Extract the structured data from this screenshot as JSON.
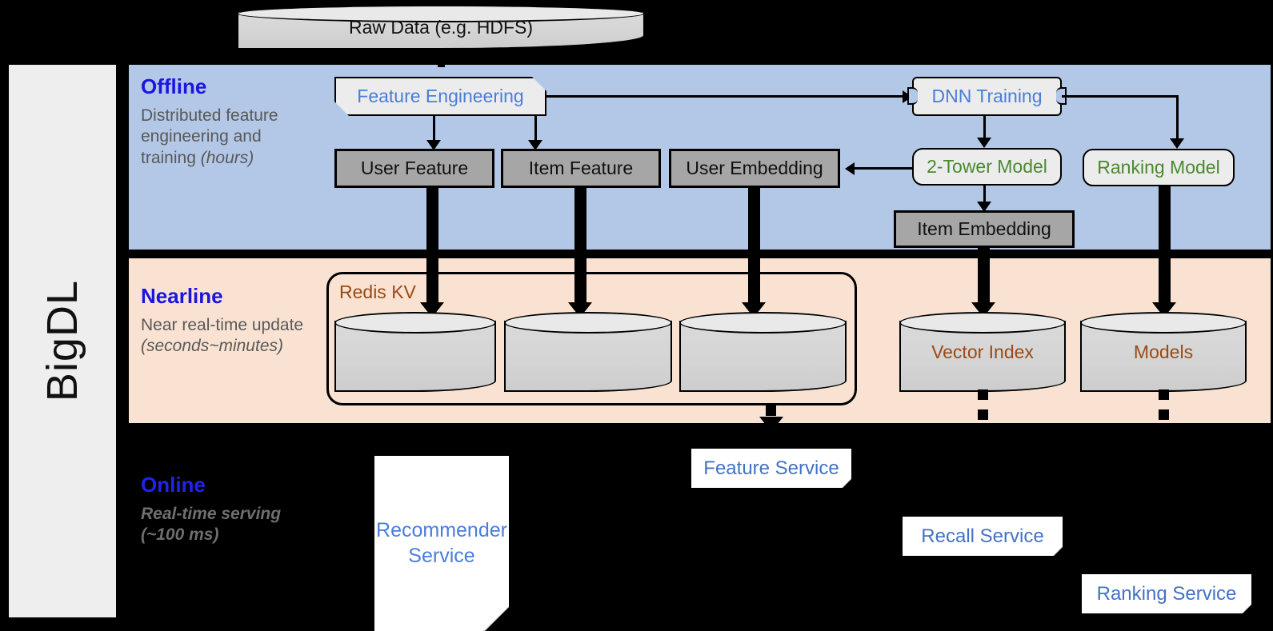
{
  "sidebar": {
    "label": "BigDL"
  },
  "source": {
    "label": "Raw Data (e.g. HDFS)"
  },
  "bands": {
    "offline": {
      "title": "Offline",
      "subtitle_plain": "Distributed feature engineering and training ",
      "subtitle_italic": "(hours)",
      "bg_color": "#b3c7e6"
    },
    "nearline": {
      "title": "Nearline",
      "subtitle_plain": "Near real-time update ",
      "subtitle_italic": "(seconds~minutes)",
      "bg_color": "#f9e2d2"
    },
    "online": {
      "title": "Online",
      "subtitle_plain": "Real-time serving ",
      "subtitle_italic": "(~100 ms)",
      "bg_color": "#000000"
    }
  },
  "offline": {
    "feature_engineering": "Feature Engineering",
    "dnn_training": "DNN Training",
    "user_feature": "User Feature",
    "item_feature": "Item Feature",
    "user_embedding": "User Embedding",
    "two_tower_model": "2-Tower Model",
    "ranking_model": "Ranking Model",
    "item_embedding": "Item Embedding"
  },
  "nearline": {
    "redis_label": "Redis KV",
    "store_user_feature": "",
    "store_item_feature": "",
    "store_user_embedding": "",
    "vector_index": "Vector Index",
    "models": "Models"
  },
  "online": {
    "recommender_service": "Recommender\nService",
    "feature_service": "Feature Service",
    "recall_service": "Recall Service",
    "ranking_service": "Ranking Service"
  },
  "colors": {
    "accent_blue": "#1a16e0",
    "text_blue": "#4472c4",
    "text_green": "#4a8a2e",
    "text_brown": "#9a4a16",
    "grey_box": "#a6a6a6",
    "light_box": "#ececec"
  }
}
